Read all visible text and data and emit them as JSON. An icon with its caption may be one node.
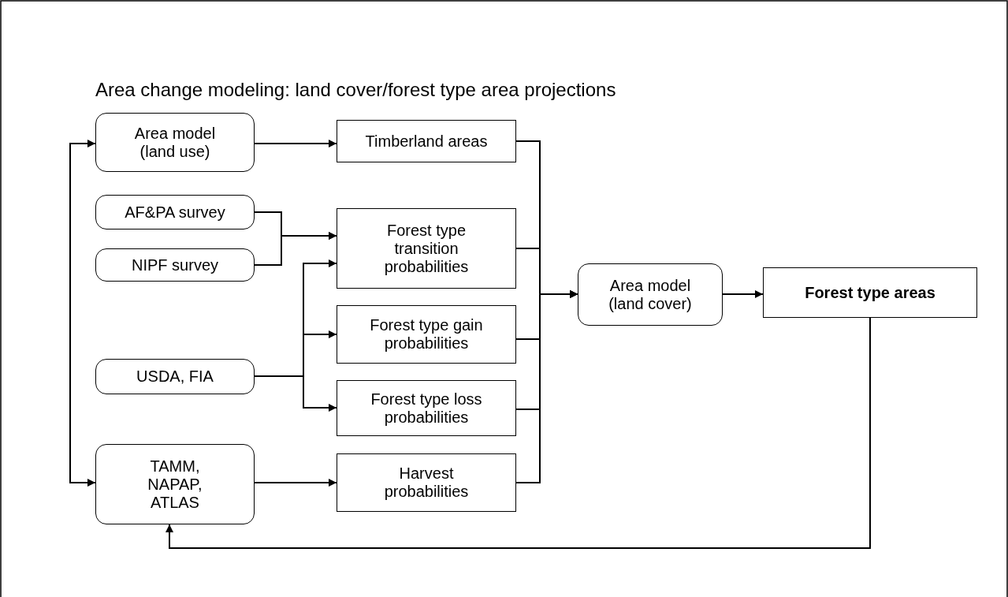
{
  "diagram": {
    "title": "Area change modeling: land cover/forest type area projections",
    "nodes": [
      {
        "text": [
          "Area model (land use)"
        ]
      },
      {
        "text": [
          "Timberland areas"
        ]
      },
      {
        "text": [
          "AF&PA survey"
        ]
      },
      {
        "text": [
          "NIPF survey"
        ]
      },
      {
        "text": [
          "Forest type transition probabilities"
        ]
      },
      {
        "text": [
          "Forest type gain probabilities"
        ]
      },
      {
        "text": [
          "Forest type loss probabilities"
        ]
      },
      {
        "text": [
          "USDA, FIA"
        ]
      },
      {
        "text": [
          "TAMM, NAPAP, ATLAS"
        ]
      },
      {
        "text": [
          "Harvest probabilities"
        ]
      },
      {
        "text": [
          "Area model (land cover)"
        ]
      },
      {
        "text": [
          "Forest type areas"
        ]
      }
    ],
    "edges": [
      {
        "from": 0,
        "to": 1,
        "arrow": "to"
      },
      {
        "from": 2,
        "to": 4,
        "arrow": "to"
      },
      {
        "from": 3,
        "to": 4,
        "arrow": "to"
      },
      {
        "from": 7,
        "to": 4,
        "arrow": "to"
      },
      {
        "from": 7,
        "to": 5,
        "arrow": "to"
      },
      {
        "from": 7,
        "to": 6,
        "arrow": "to"
      },
      {
        "from": 8,
        "to": 9,
        "arrow": "to"
      },
      {
        "from": 1,
        "to": 10,
        "arrow": "to"
      },
      {
        "from": 4,
        "to": 10,
        "arrow": "to"
      },
      {
        "from": 5,
        "to": 10,
        "arrow": "to"
      },
      {
        "from": 6,
        "to": 10,
        "arrow": "to"
      },
      {
        "from": 9,
        "to": 10,
        "arrow": "to"
      },
      {
        "from": 10,
        "to": 11,
        "arrow": "to"
      },
      {
        "from": 11,
        "to": 8,
        "arrow": "to"
      },
      {
        "from": 0,
        "to": 8,
        "arrow": "both"
      }
    ]
  }
}
